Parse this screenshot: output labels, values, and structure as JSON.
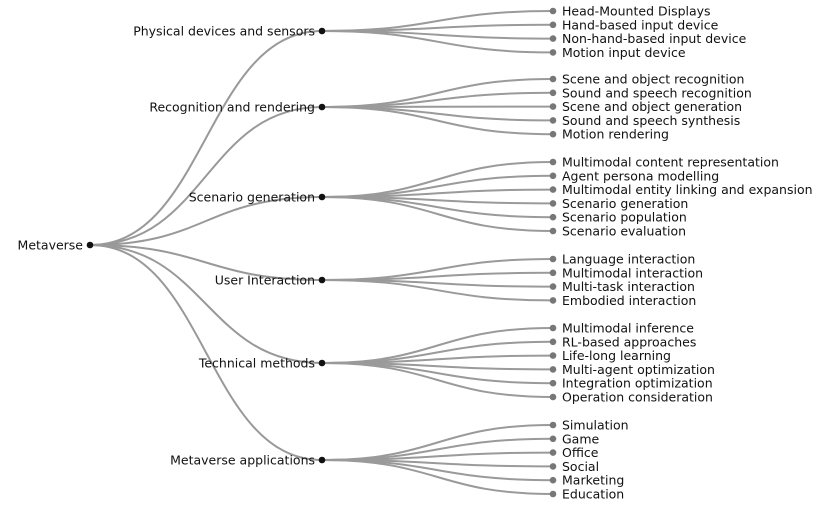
{
  "root": "Metaverse",
  "children": [
    {
      "label": "Physical devices and sensors",
      "leaves": [
        "Head-Mounted Displays",
        "Hand-based input device",
        "Non-hand-based input device",
        "Motion input device"
      ]
    },
    {
      "label": "Recognition and rendering",
      "leaves": [
        "Scene and object recognition",
        "Sound and speech recognition",
        "Scene and object generation",
        "Sound and speech synthesis",
        "Motion rendering"
      ]
    },
    {
      "label": "Scenario generation",
      "leaves": [
        "Multimodal content representation",
        "Agent persona modelling",
        "Multimodal entity linking and expansion",
        "Scenario generation",
        "Scenario population",
        "Scenario evaluation"
      ]
    },
    {
      "label": "User Interaction",
      "leaves": [
        "Language interaction",
        "Multimodal interaction",
        "Multi-task interaction",
        "Embodied interaction"
      ]
    },
    {
      "label": "Technical methods",
      "leaves": [
        "Multimodal inference",
        "RL-based approaches",
        "Life-long learning",
        "Multi-agent optimization",
        "Integration optimization",
        "Operation consideration"
      ]
    },
    {
      "label": "Metaverse applications",
      "leaves": [
        "Simulation",
        "Game",
        "Office",
        "Social",
        "Marketing",
        "Education"
      ]
    }
  ],
  "colors": {
    "link": "#9a9a9a",
    "internal_node": "#111111",
    "leaf_node": "#777777"
  }
}
